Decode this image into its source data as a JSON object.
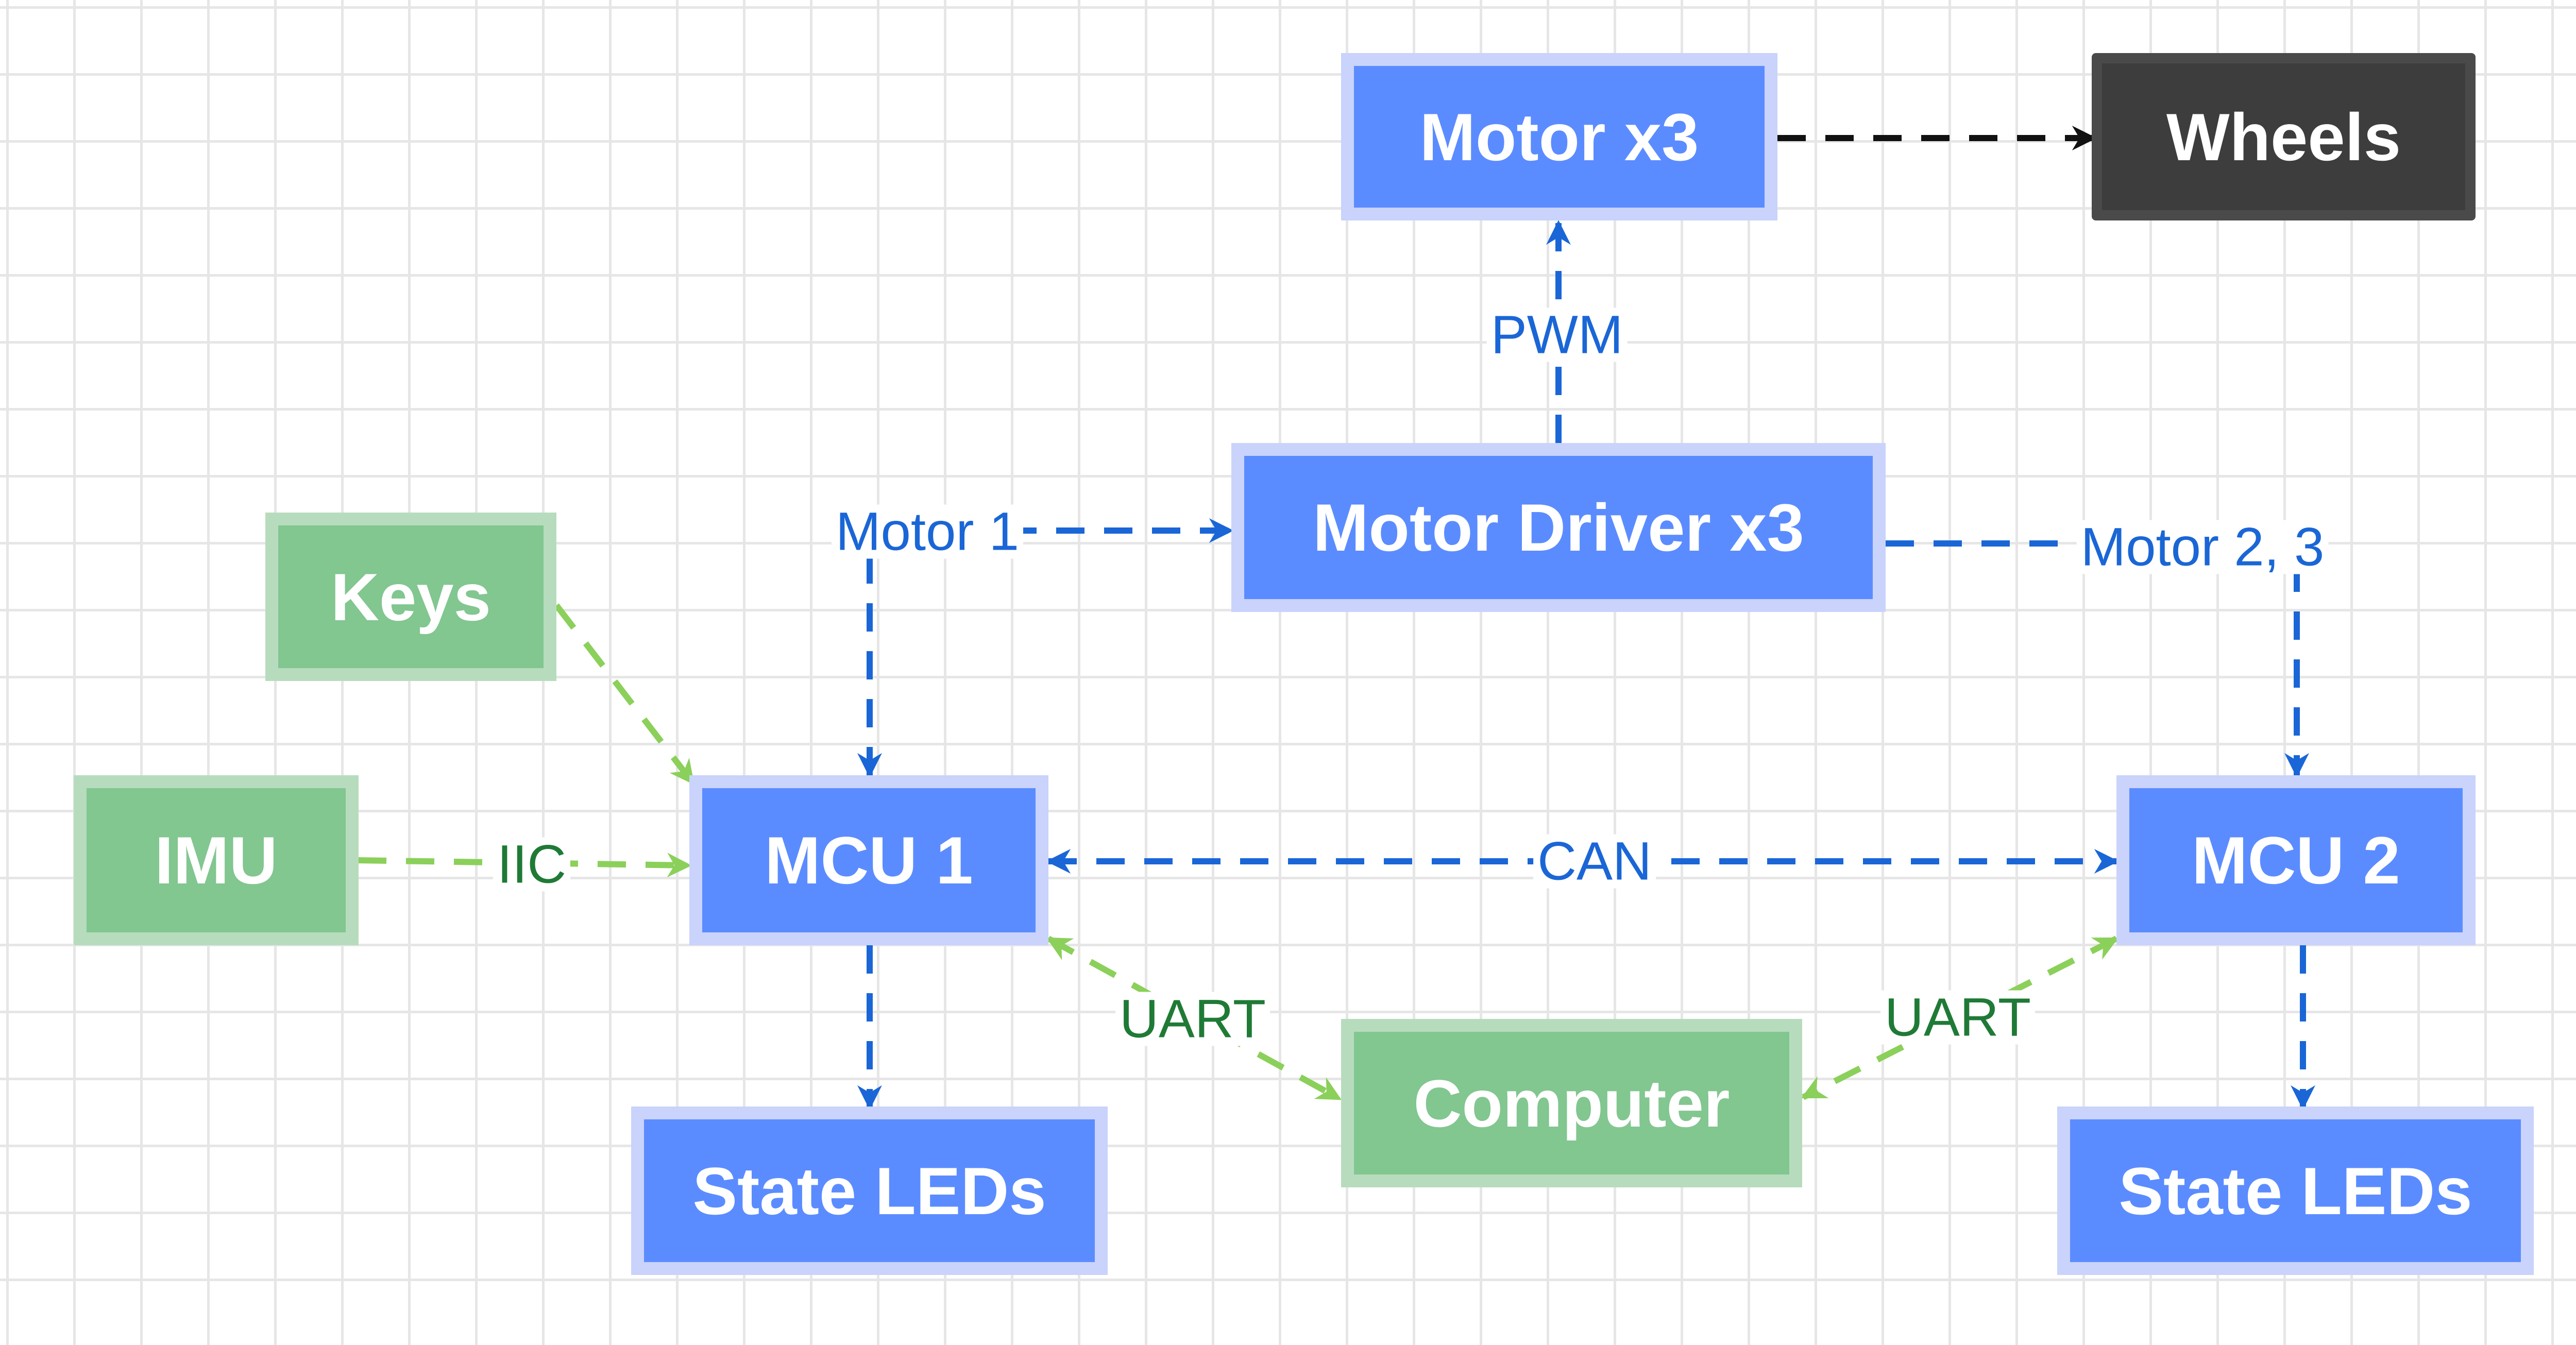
{
  "nodes": {
    "motor": "Motor x3",
    "wheels": "Wheels",
    "motor_driver": "Motor Driver x3",
    "keys": "Keys",
    "imu": "IMU",
    "mcu1": "MCU 1",
    "mcu2": "MCU 2",
    "computer": "Computer",
    "leds1": "State LEDs",
    "leds2": "State LEDs"
  },
  "edge_labels": {
    "pwm": "PWM",
    "motor1": "Motor 1",
    "motor23": "Motor 2, 3",
    "iic": "IIC",
    "can": "CAN",
    "uart_left": "UART",
    "uart_right": "UART"
  },
  "colors": {
    "blue_node": "#5b8cff",
    "green_node": "#82c690",
    "dark_node": "#3d3d3d",
    "blue_edge": "#1a66d6",
    "green_edge": "#8bd05a",
    "black_edge": "#111111"
  }
}
